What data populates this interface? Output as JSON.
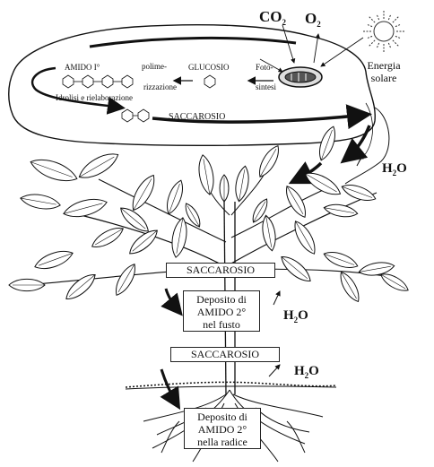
{
  "gases": {
    "co2": "CO",
    "o2": "O",
    "sub2": "2"
  },
  "sun_label": [
    "Energia",
    "solare"
  ],
  "leaf": {
    "amido1": "AMIDO I°",
    "polime_1": "polime-",
    "polime_2": "rizzazione",
    "glucosio": "GLUCOSIO",
    "foto_1": "Foto-",
    "foto_2": "sintesi",
    "idrolisi": "Idrolisi e rielaborazione",
    "saccarosio": "SACCAROSIO"
  },
  "water": {
    "h": "H",
    "sub": "2",
    "o": "O"
  },
  "plant": {
    "saccarosio_upper": "SACCAROSIO",
    "deposit_stem": [
      "Deposito di",
      "AMIDO 2°",
      "nel fusto"
    ],
    "saccarosio_lower": "SACCAROSIO",
    "deposit_root": [
      "Deposito di",
      "AMIDO 2°",
      "nella radice"
    ]
  }
}
